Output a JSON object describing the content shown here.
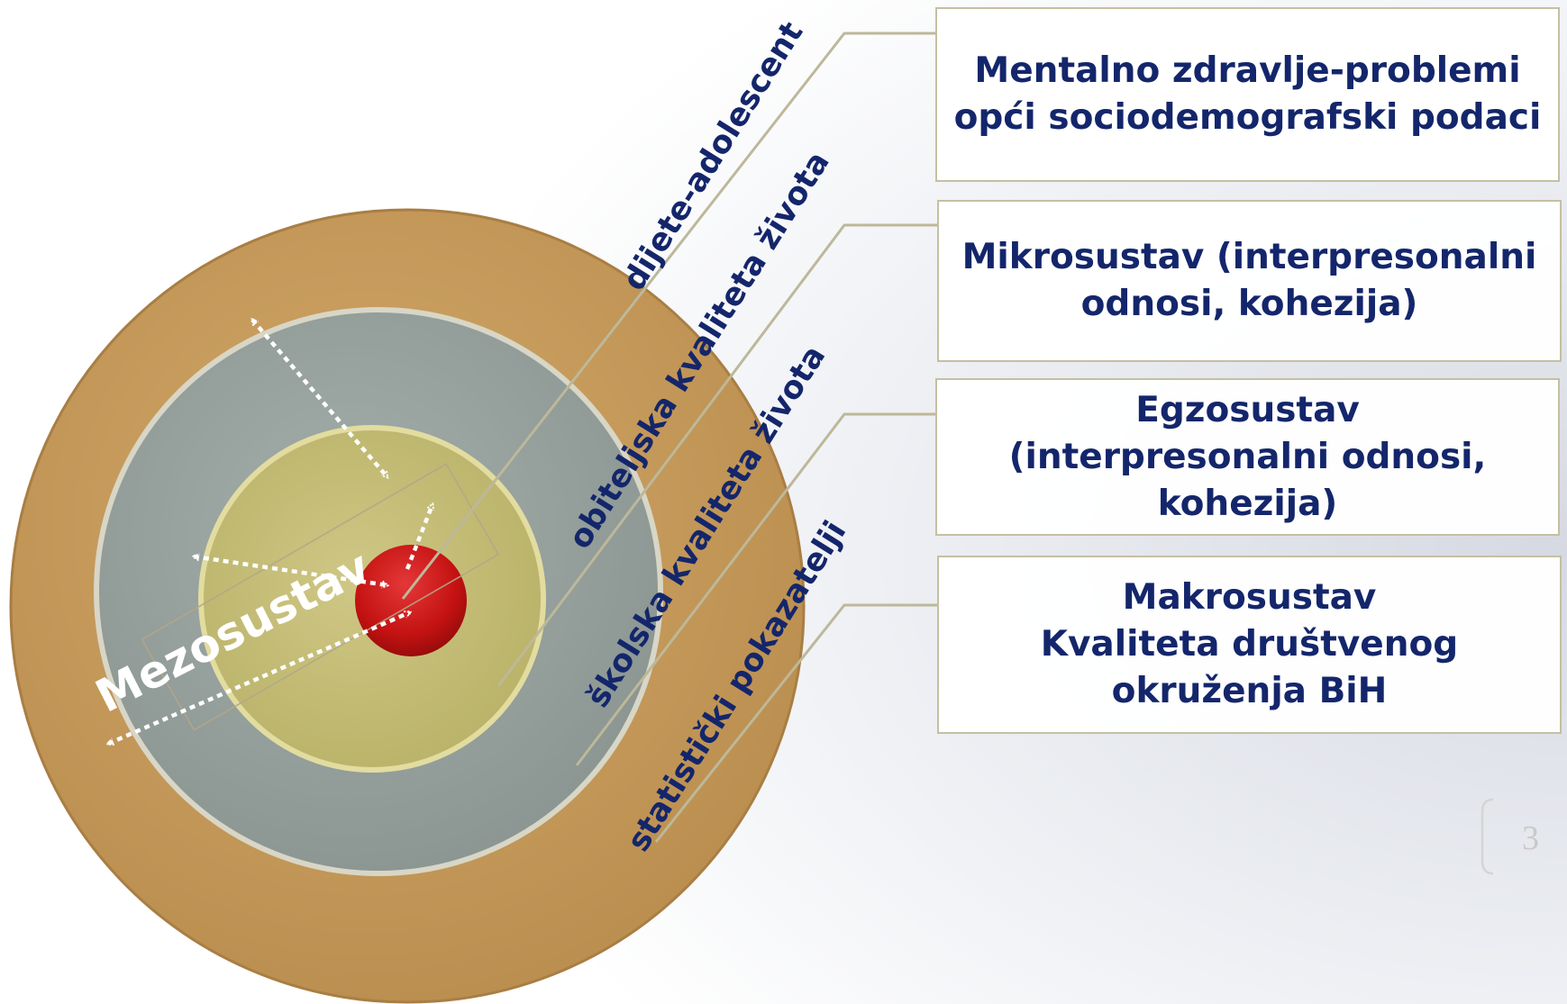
{
  "boxes": [
    {
      "lines": [
        "Mentalno zdravlje-problemi",
        "opći sociodemografski podaci"
      ]
    },
    {
      "lines": [
        "Mikrosustav (interpresonalni",
        "odnosi, kohezija)"
      ]
    },
    {
      "lines": [
        "Egzosustav",
        "(interpresonalni odnosi,",
        "kohezija)"
      ]
    },
    {
      "lines": [
        "Makrosustav",
        "Kvaliteta društvenog",
        "okruženja BiH"
      ]
    }
  ],
  "ring_labels": [
    "dijete-adolescent",
    "obiteljska kvaliteta života",
    "školska kvaliteta života",
    "statistički pokazatelji"
  ],
  "meso_label": "Mezosustav",
  "page_number": "3",
  "colors": {
    "outer_ring": "#c79a5b",
    "middle_ring": "#96a09c",
    "inner_ring": "#c4bd72",
    "core": "#c81414",
    "text": "#14266b",
    "connector": "#bdb89a"
  }
}
